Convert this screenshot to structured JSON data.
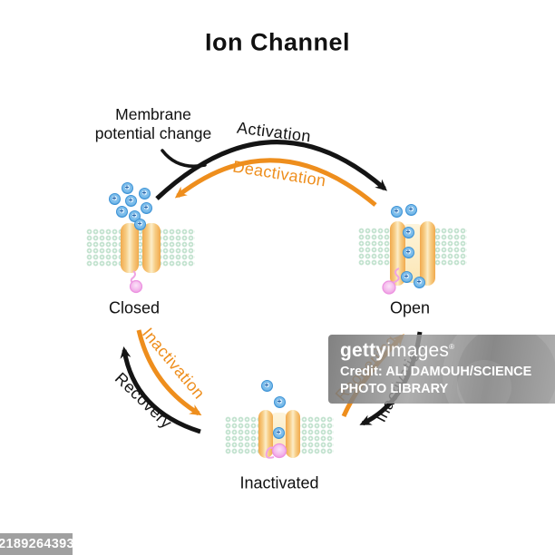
{
  "title": "Ion Channel",
  "labels": {
    "membrane_potential_line1": "Membrane",
    "membrane_potential_line2": "potential change",
    "activation": "Activation",
    "deactivation": "Deactivation",
    "recovery": "Recovery",
    "inactivation_left": "Inactivation",
    "inactivation_right": "Inactivation",
    "reopening": "Reopening"
  },
  "states": {
    "closed": {
      "label": "Closed"
    },
    "open": {
      "label": "Open"
    },
    "inactivated": {
      "label": "Inactivated"
    }
  },
  "ion_symbol": "+",
  "colors": {
    "arrow_black": "#141414",
    "arrow_orange": "#ee8e1d",
    "membrane_green": "#c4e3d0",
    "protein_orange": "#f1a94c",
    "protein_light": "#fcedc8",
    "ion_blue": "#7cbdeb",
    "ball_pink": "#f4b9ec"
  },
  "watermark": {
    "brand_bold": "getty",
    "brand_regular": "images",
    "brand_mark": "®",
    "credit_line1": "Credit: ALI DAMOUH/SCIENCE",
    "credit_line2": "PHOTO LIBRARY",
    "image_id": "2189264393"
  }
}
